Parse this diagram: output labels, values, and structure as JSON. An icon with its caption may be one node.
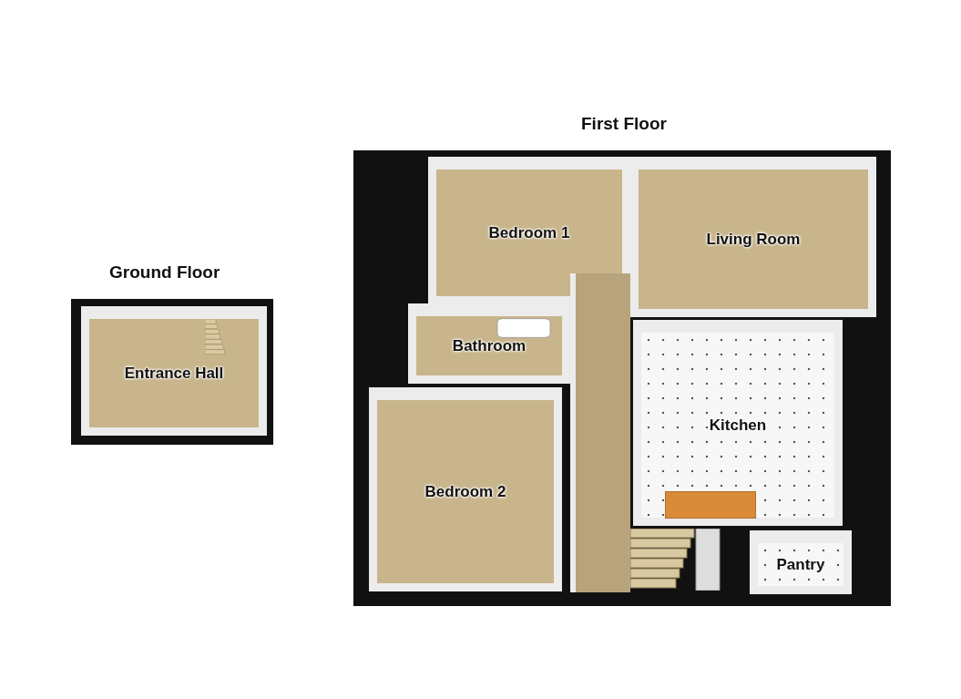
{
  "diagram": {
    "nodes": [
      {
        "text": [
          "Ground Floor"
        ]
      },
      {
        "text": [
          "Entrance Hall"
        ],
        "in": 0
      },
      {
        "text": [
          "First Floor"
        ]
      },
      {
        "text": [
          "Bedroom 1"
        ],
        "in": 2
      },
      {
        "text": [
          "Living Room"
        ],
        "in": 2
      },
      {
        "text": [
          "Bathroom"
        ],
        "in": 2
      },
      {
        "text": [
          "Kitchen"
        ],
        "in": 2
      },
      {
        "text": [
          "Bedroom 2"
        ],
        "in": 2
      },
      {
        "text": [
          "Pantry"
        ],
        "in": 2
      },
      {
        "text": [],
        "shape": "box",
        "in": 2
      }
    ],
    "edges": []
  }
}
